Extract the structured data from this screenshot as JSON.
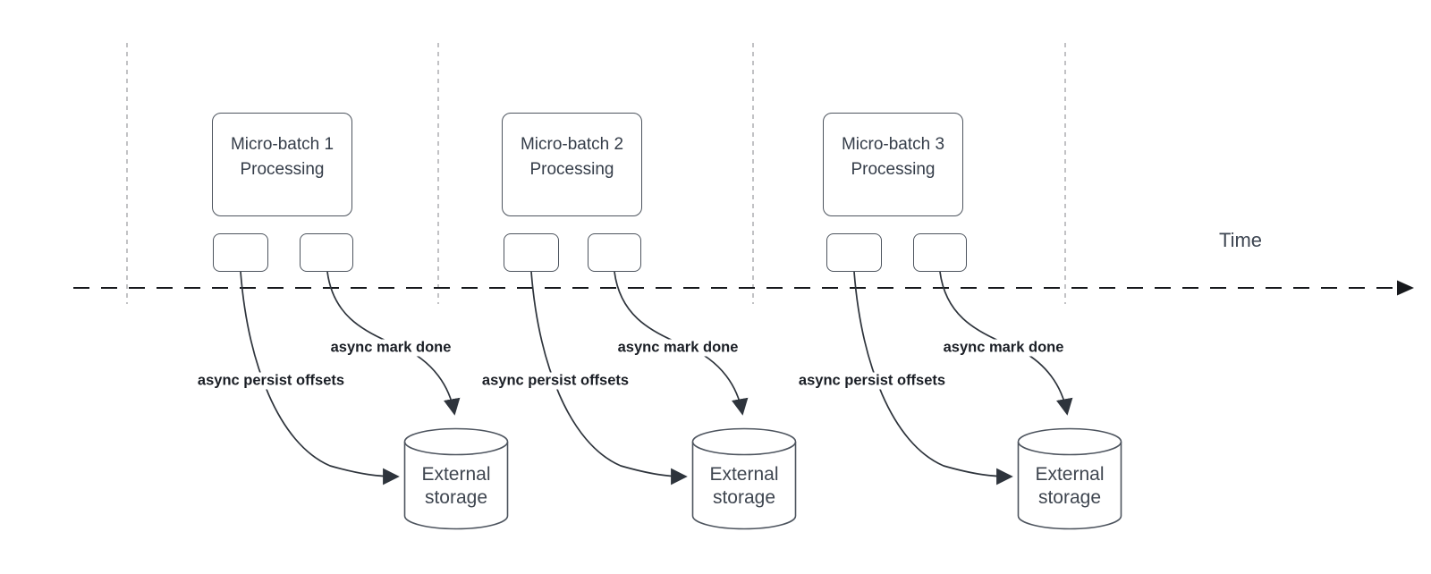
{
  "diagram_type": "micro-batch streaming timeline",
  "time_label": "Time",
  "sections": [
    {
      "title_line1": "Micro-batch 1",
      "title_line2": "Processing",
      "persist_label": "async persist offsets",
      "mark_label": "async mark done",
      "storage_line1": "External",
      "storage_line2": "storage"
    },
    {
      "title_line1": "Micro-batch 2",
      "title_line2": "Processing",
      "persist_label": "async persist offsets",
      "mark_label": "async mark done",
      "storage_line1": "External",
      "storage_line2": "storage"
    },
    {
      "title_line1": "Micro-batch 3",
      "title_line2": "Processing",
      "persist_label": "async persist offsets",
      "mark_label": "async mark done",
      "storage_line1": "External",
      "storage_line2": "storage"
    }
  ],
  "colors": {
    "background": "#ffffff",
    "shape_stroke": "#4d545e",
    "shape_text": "#353d49",
    "label_text": "#1a1e25",
    "connector": "#2e343c",
    "timeline": "#17191d",
    "guide_line": "#a7a9ac"
  }
}
